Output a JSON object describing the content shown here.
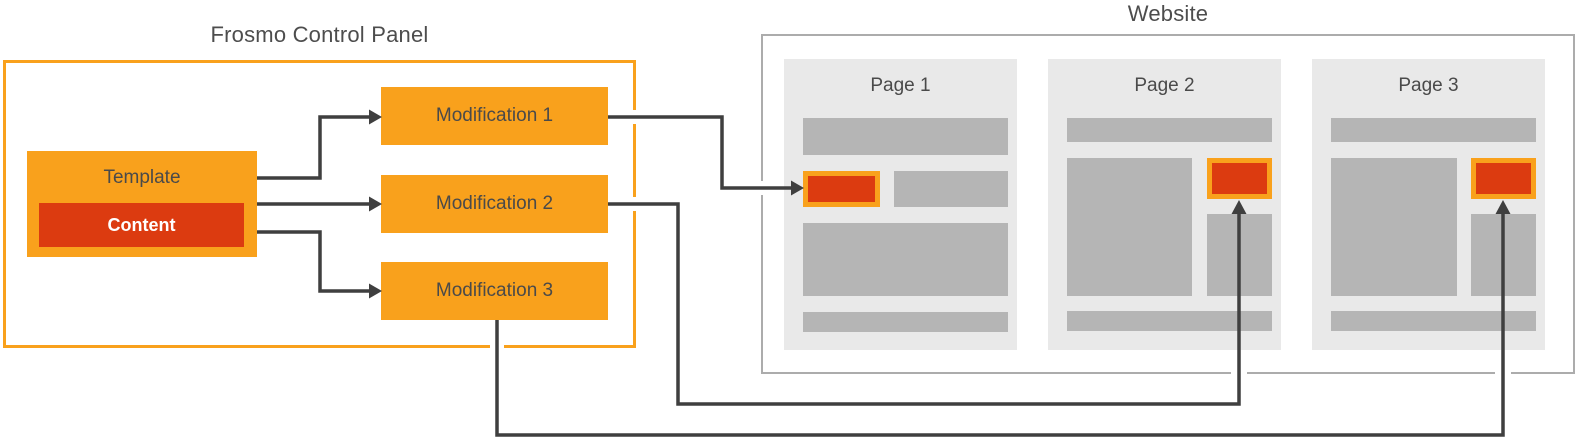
{
  "control_panel": {
    "title": "Frosmo Control Panel",
    "template": {
      "label": "Template",
      "content_label": "Content"
    },
    "modifications": [
      {
        "label": "Modification 1"
      },
      {
        "label": "Modification 2"
      },
      {
        "label": "Modification 3"
      }
    ]
  },
  "website": {
    "title": "Website",
    "pages": [
      {
        "label": "Page 1"
      },
      {
        "label": "Page 2"
      },
      {
        "label": "Page 3"
      }
    ]
  },
  "colors": {
    "orange": "#f9a11c",
    "red": "#dc3b10",
    "connector": "#3f3f3f",
    "text": "#4a4a4a",
    "page_card_bg": "#e9e9e9",
    "block_gray": "#b5b5b5",
    "website_border": "#acacac"
  }
}
